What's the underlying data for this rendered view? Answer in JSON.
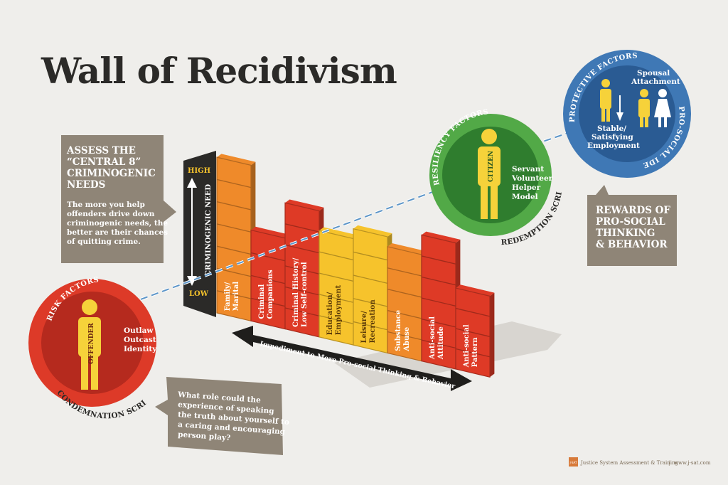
{
  "title": "Wall of Recidivism",
  "left_box": {
    "heading_lines": [
      "ASSESS THE",
      "“CENTRAL 8”",
      "CRIMINOGENIC",
      "NEEDS"
    ],
    "body_lines": [
      "The more you help",
      "offenders drive down",
      "criminogenic needs, the",
      "better are their chances",
      "of quitting crime."
    ]
  },
  "right_box": {
    "heading_lines": [
      "REWARDS OF",
      "PRO-SOCIAL",
      "THINKING",
      "& BEHAVIOR"
    ]
  },
  "question_box": {
    "lines": [
      "What role could the",
      "experience of speaking",
      "the truth about yourself to",
      "a caring and encouraging",
      "person play?"
    ]
  },
  "axis": {
    "high": "HIGH",
    "low": "LOW",
    "label": "CRIMINOGENIC NEED",
    "impediment": "Impediment to More Pro-social Thinking & Behavior"
  },
  "wall": {
    "columns": [
      {
        "label_lines": [
          "Family/",
          "Marital"
        ],
        "level": 9,
        "color": "#ef8a2a"
      },
      {
        "label_lines": [
          "Criminal",
          "Companions"
        ],
        "level": 3,
        "color": "#de3a26"
      },
      {
        "label_lines": [
          "Criminal History/",
          "Low Self-control"
        ],
        "level": 6,
        "color": "#de3a26"
      },
      {
        "label_lines": [
          "Education/",
          "Employment"
        ],
        "level": 4,
        "color": "#f6c32c"
      },
      {
        "label_lines": [
          "Leisure/",
          "Recreation"
        ],
        "level": 5,
        "color": "#f6c32c"
      },
      {
        "label_lines": [
          "Substance",
          "Abuse"
        ],
        "level": 4,
        "color": "#ef8a2a"
      },
      {
        "label_lines": [
          "Anti-social",
          "Attitude"
        ],
        "level": 6,
        "color": "#de3a26"
      },
      {
        "label_lines": [
          "Anti-social",
          "Pattern"
        ],
        "level": 2,
        "color": "#de3a26"
      }
    ]
  },
  "risk_circle": {
    "arc_label": "RISK FACTORS",
    "figure_label": "OFFENDER",
    "side_lines": [
      "Outlaw",
      "Outcast",
      "Identity"
    ],
    "script": "CONDEMNATION SCRIPT",
    "color": "#dd3a28"
  },
  "resiliency_circle": {
    "arc_label": "RESILIENCY FACTORS",
    "figure_label": "CITIZEN",
    "side_lines": [
      "Servant",
      "Volunteer",
      "Helper",
      "Model"
    ],
    "script": "REDEMPTION SCRIPT",
    "color": "#52a947"
  },
  "protective_circle": {
    "arc_label": "PROTECTIVE FACTORS",
    "right_arc_label": "PRO-SOCIAL IDENTITY",
    "top_lines": [
      "Spousal",
      "Attachment"
    ],
    "bottom_lines": [
      "Stable/",
      "Satisfying",
      "Employment"
    ],
    "color": "#3f78b5"
  },
  "footer": {
    "logo_text": "J-SAT",
    "text": "Justice System Assessment & Training",
    "separator": "|",
    "url": "www.j-sat.com"
  }
}
